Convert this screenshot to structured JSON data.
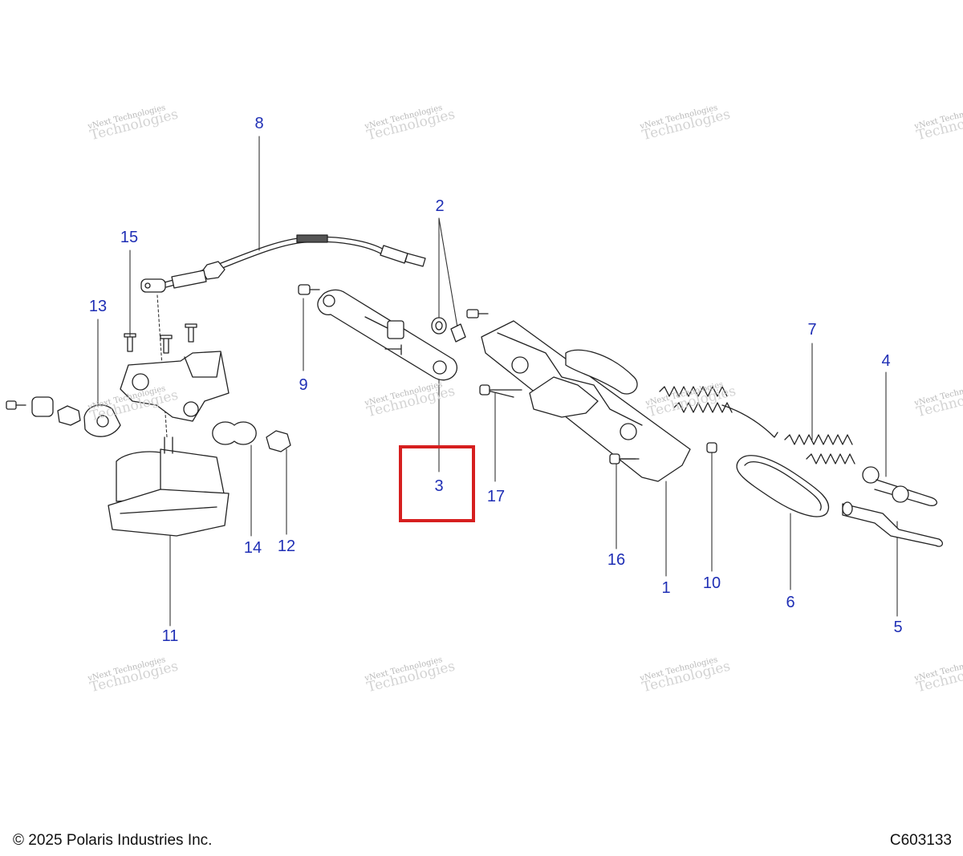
{
  "callouts": [
    "1",
    "2",
    "3",
    "4",
    "5",
    "6",
    "7",
    "8",
    "9",
    "10",
    "11",
    "12",
    "13",
    "14",
    "15",
    "16",
    "17"
  ],
  "watermark": {
    "small": "vNext Technologies",
    "big": "Technologies",
    "top": "vNext"
  },
  "highlight_label": "3",
  "footer": {
    "copyright": "© 2025 Polaris Industries Inc.",
    "figure_id": "C603133"
  },
  "colors": {
    "callout_text": "#1f2fb5",
    "highlight_box": "#d61f1f",
    "line": "#222222"
  }
}
